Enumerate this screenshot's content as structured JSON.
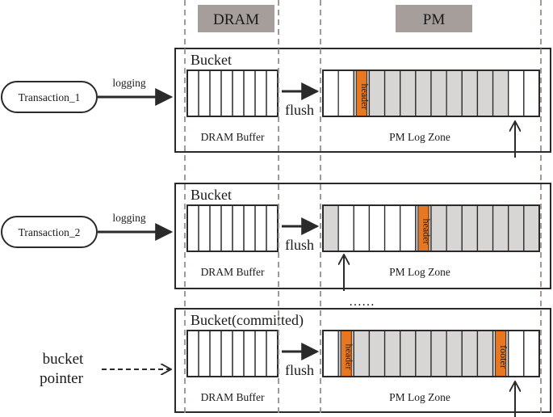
{
  "headers": {
    "dram": "DRAM",
    "pm": "PM"
  },
  "colors": {
    "header_box": "#a59e9b",
    "orange": "#e87722",
    "gray_cell": "#d8d6d4",
    "divider": "#9b8e88"
  },
  "rows": [
    {
      "bucket_label": "Bucket",
      "transaction": "Transaction_1",
      "arrow_label": "logging",
      "flush_label": "flush",
      "dram_caption": "DRAM Buffer",
      "pm_caption": "PM Log Zone",
      "pm_cells": [
        "white",
        "white",
        "header",
        "gray",
        "gray",
        "gray",
        "gray",
        "gray",
        "gray",
        "gray",
        "gray",
        "gray",
        "white",
        "white"
      ],
      "tag_header": "header",
      "tag_footer": ""
    },
    {
      "bucket_label": "Bucket",
      "transaction": "Transaction_2",
      "arrow_label": "logging",
      "flush_label": "flush",
      "dram_caption": "DRAM Buffer",
      "pm_caption": "PM Log Zone",
      "pm_cells": [
        "gray",
        "white",
        "white",
        "white",
        "white",
        "white",
        "header",
        "gray",
        "gray",
        "gray",
        "gray",
        "gray",
        "gray",
        "gray"
      ],
      "tag_header": "header",
      "tag_footer": ""
    },
    {
      "bucket_label": "Bucket(committed)",
      "transaction": "",
      "arrow_label": "",
      "flush_label": "flush",
      "dram_caption": "DRAM Buffer",
      "pm_caption": "PM Log Zone",
      "pm_cells": [
        "white",
        "header",
        "gray",
        "gray",
        "gray",
        "gray",
        "gray",
        "gray",
        "gray",
        "gray",
        "gray",
        "footer",
        "white",
        "white"
      ],
      "tag_header": "header",
      "tag_footer": "footer"
    }
  ],
  "ellipsis": "……",
  "bucket_pointer": {
    "line1": "bucket",
    "line2": "pointer"
  }
}
